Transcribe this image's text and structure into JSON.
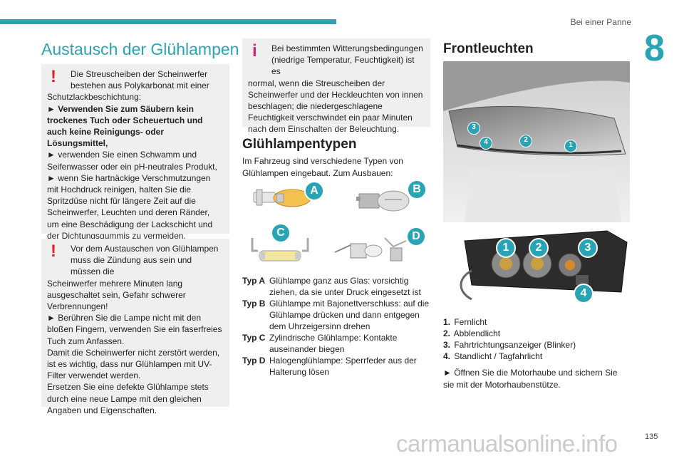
{
  "header": {
    "section": "Bei einer Panne",
    "chapter": "8"
  },
  "col1": {
    "title": "Austausch der Glühlampen",
    "warning1": {
      "first_line": "Die Streuscheiben der Scheinwerfer",
      "second_line": "bestehen aus Polykarbonat mit einer",
      "lines": [
        "Schutzlackbeschichtung:"
      ],
      "bold_line": "► Verwenden Sie zum Säubern kein trockenes Tuch oder Scheuertuch und auch keine Reinigungs- oder Lösungsmittel,",
      "rest": "► verwenden Sie einen Schwamm und Seifenwasser oder ein pH-neutrales Produkt,",
      "rest2": "► wenn Sie hartnäckige Verschmutzungen mit Hochdruck reinigen, halten Sie die Spritzdüse nicht für längere Zeit auf die Scheinwerfer, Leuchten und deren Ränder, um eine Beschädigung der Lackschicht und der Dichtungsgummis zu vermeiden."
    },
    "warning2": {
      "first_line": "Vor dem Austauschen von Glühlampen",
      "second_line": "muss die Zündung aus sein und müssen die",
      "p1": "Scheinwerfer mehrere Minuten lang ausgeschaltet sein, Gefahr schwerer Verbrennungen!",
      "p2": "► Berühren Sie die Lampe nicht mit den bloßen Fingern, verwenden Sie ein faserfreies Tuch zum Anfassen.",
      "p3": "Damit die Scheinwerfer nicht zerstört werden, ist es wichtig, dass nur Glühlampen mit UV-Filter verwendet werden.",
      "p4": "Ersetzen Sie eine defekte Glühlampe stets durch eine neue Lampe mit den gleichen Angaben und Eigenschaften."
    }
  },
  "col2": {
    "info": {
      "first_line": "Bei bestimmten Witterungsbedingungen",
      "second_line": "(niedrige Temperatur, Feuchtigkeit) ist es",
      "rest": "normal, wenn die Streuscheiben der Scheinwerfer und der Heckleuchten von innen beschlagen; die niedergeschlagene Feuchtigkeit verschwindet ein paar Minuten nach dem Einschalten der Beleuchtung."
    },
    "heading": "Glühlampentypen",
    "intro": "Im Fahrzeug sind verschiedene Typen von Glühlampen eingebaut. Zum Ausbauen:",
    "badges": [
      "A",
      "B",
      "C",
      "D"
    ],
    "types": [
      {
        "label": "Typ A",
        "desc": "Glühlampe ganz aus Glas: vorsichtig ziehen, da sie unter Druck eingesetzt ist"
      },
      {
        "label": "Typ B",
        "desc": "Glühlampe mit Bajonettverschluss: auf die Glühlampe drücken und dann entgegen dem Uhrzeigersinn drehen"
      },
      {
        "label": "Typ C",
        "desc": "Zylindrische Glühlampe: Kontakte auseinander biegen"
      },
      {
        "label": "Typ D",
        "desc": "Halogenglühlampe: Sperrfeder aus der Halterung lösen"
      }
    ]
  },
  "col3": {
    "heading": "Frontleuchten",
    "photo_badges": [
      "3",
      "4",
      "2",
      "1"
    ],
    "lamp_badges": [
      "1",
      "2",
      "3",
      "4"
    ],
    "legend": [
      {
        "n": "1.",
        "text": "Fernlicht"
      },
      {
        "n": "2.",
        "text": "Abblendlicht"
      },
      {
        "n": "3.",
        "text": "Fahrtrichtungsanzeiger (Blinker)"
      },
      {
        "n": "4.",
        "text": "Standlicht / Tagfahrlicht"
      }
    ],
    "final": "► Öffnen Sie die Motorhaube und sichern Sie sie mit der Motorhaubenstütze."
  },
  "footer": {
    "page": "135",
    "watermark": "carmanualsonline.info"
  },
  "colors": {
    "accent": "#29a4b4",
    "warning": "#e0222d",
    "info": "#cf2380",
    "box_bg": "#efefef"
  }
}
